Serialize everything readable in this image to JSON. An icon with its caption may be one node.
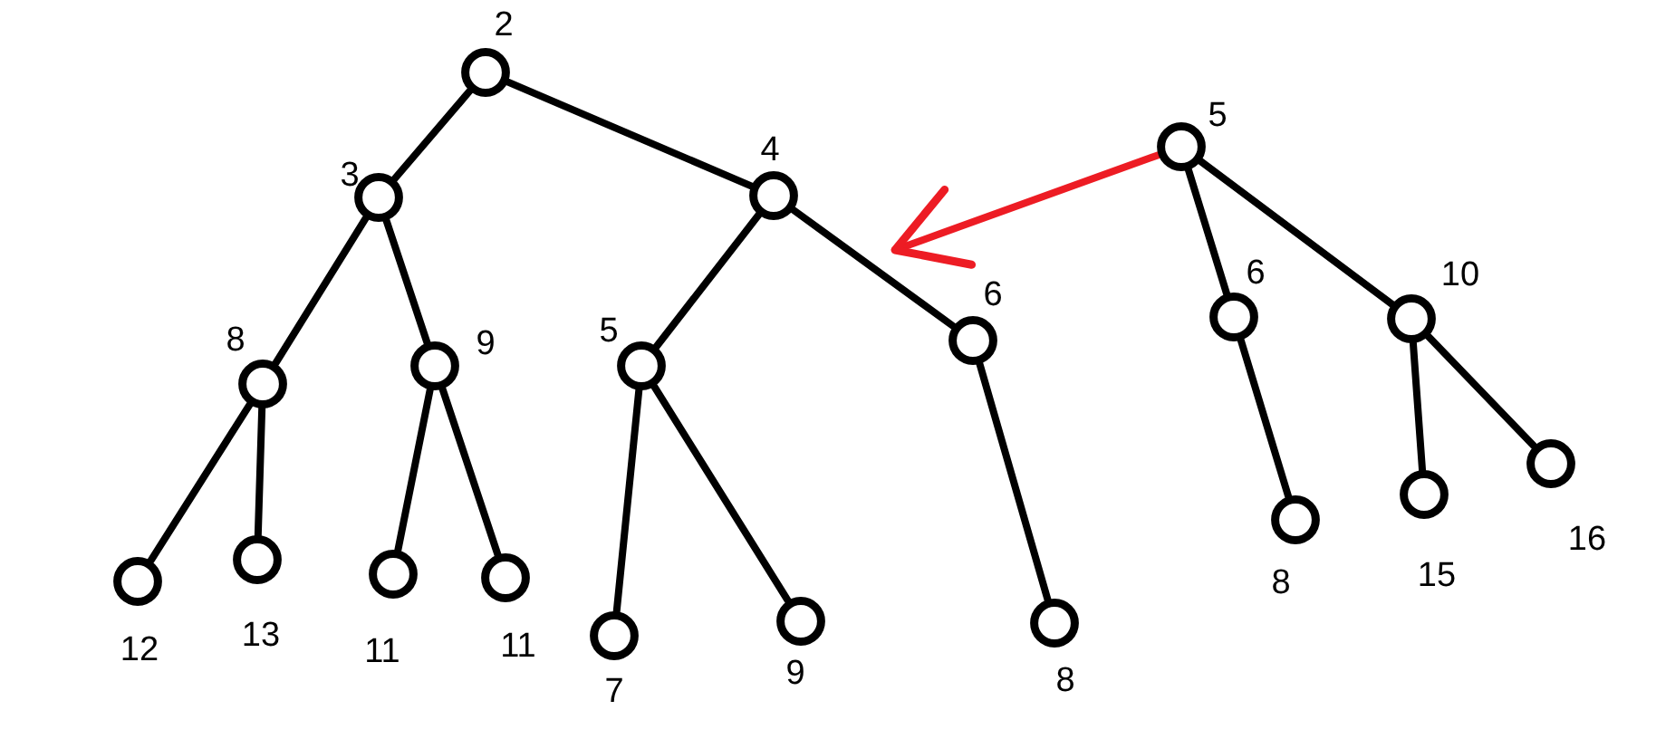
{
  "diagram": {
    "nodes": [
      {
        "text": [],
        "shape": "circle",
        "beside": [
          "2"
        ]
      },
      {
        "text": [],
        "shape": "circle",
        "beside": [
          "3"
        ]
      },
      {
        "text": [],
        "shape": "circle",
        "beside": [
          "4"
        ]
      },
      {
        "text": [],
        "shape": "circle",
        "beside": [
          "8"
        ]
      },
      {
        "text": [],
        "shape": "circle",
        "beside": [
          "9"
        ]
      },
      {
        "text": [],
        "shape": "circle",
        "beside": [
          "5"
        ]
      },
      {
        "text": [],
        "shape": "circle",
        "beside": [
          "6"
        ]
      },
      {
        "text": [],
        "shape": "circle",
        "beside": [
          "12"
        ]
      },
      {
        "text": [],
        "shape": "circle",
        "beside": [
          "13"
        ]
      },
      {
        "text": [],
        "shape": "circle",
        "beside": [
          "11"
        ]
      },
      {
        "text": [],
        "shape": "circle",
        "beside": [
          "11"
        ]
      },
      {
        "text": [],
        "shape": "circle",
        "beside": [
          "7"
        ]
      },
      {
        "text": [],
        "shape": "circle",
        "beside": [
          "9"
        ]
      },
      {
        "text": [],
        "shape": "circle",
        "beside": [
          "8"
        ]
      },
      {
        "text": [],
        "shape": "circle",
        "beside": [
          "5"
        ]
      },
      {
        "text": [],
        "shape": "circle",
        "beside": [
          "6"
        ]
      },
      {
        "text": [],
        "shape": "circle",
        "beside": [
          "10"
        ]
      },
      {
        "text": [],
        "shape": "circle",
        "beside": [
          "8"
        ]
      },
      {
        "text": [],
        "shape": "circle",
        "beside": [
          "15"
        ]
      },
      {
        "text": [],
        "shape": "circle",
        "beside": [
          "16"
        ]
      }
    ],
    "edges": [
      {
        "from": 0,
        "to": 1,
        "arrow": "none"
      },
      {
        "from": 0,
        "to": 2,
        "arrow": "none"
      },
      {
        "from": 1,
        "to": 3,
        "arrow": "none"
      },
      {
        "from": 1,
        "to": 4,
        "arrow": "none"
      },
      {
        "from": 2,
        "to": 5,
        "arrow": "none"
      },
      {
        "from": 2,
        "to": 6,
        "arrow": "none"
      },
      {
        "from": 3,
        "to": 7,
        "arrow": "none"
      },
      {
        "from": 3,
        "to": 8,
        "arrow": "none"
      },
      {
        "from": 4,
        "to": 9,
        "arrow": "none"
      },
      {
        "from": 4,
        "to": 10,
        "arrow": "none"
      },
      {
        "from": 5,
        "to": 11,
        "arrow": "none"
      },
      {
        "from": 5,
        "to": 12,
        "arrow": "none"
      },
      {
        "from": 6,
        "to": 13,
        "arrow": "none"
      },
      {
        "from": 14,
        "to": 15,
        "arrow": "none"
      },
      {
        "from": 14,
        "to": 16,
        "arrow": "none"
      },
      {
        "from": 15,
        "to": 17,
        "arrow": "none"
      },
      {
        "from": 16,
        "to": 18,
        "arrow": "none"
      },
      {
        "from": 16,
        "to": 19,
        "arrow": "none"
      },
      {
        "from": 14,
        "to": null,
        "arrow": "to",
        "color": "#ed1c24"
      }
    ]
  }
}
